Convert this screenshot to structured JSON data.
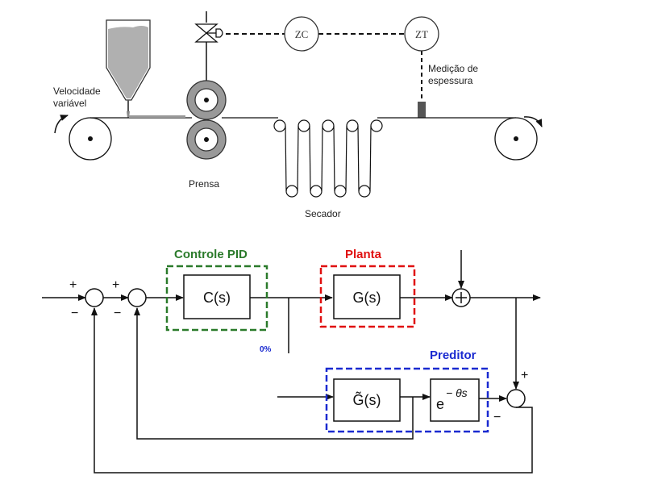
{
  "process": {
    "zc_label": "ZC",
    "zt_label": "ZT",
    "measurement_label_line1": "Medição de",
    "measurement_label_line2": "espessura",
    "speed_label_line1": "Velocidade",
    "speed_label_line2": "variável",
    "press_label": "Prensa",
    "dryer_label": "Secador"
  },
  "block_diagram": {
    "pid_group_title": "Controle PID",
    "plant_group_title": "Planta",
    "predictor_group_title": "Preditor",
    "controller_block": "C(s)",
    "plant_block": "G(s)",
    "model_block": "G̃(s)",
    "delay_block_base": "e",
    "delay_block_exp": "− θs",
    "signs": {
      "sum1_plus": "+",
      "sum1_minus": "−",
      "sum2_plus": "+",
      "sum2_minus": "−",
      "sum_disturbance": "+",
      "sum_pred_plus": "+",
      "sum_pred_minus": "−"
    },
    "stray_label": "0%",
    "colors": {
      "pid": "#2a7a2a",
      "plant": "#e01010",
      "predictor": "#1a2ad0"
    }
  }
}
